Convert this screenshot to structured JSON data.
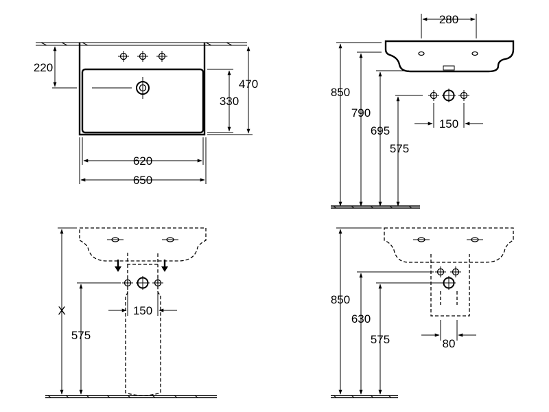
{
  "top_view": {
    "dim_220": "220",
    "dim_330": "330",
    "dim_470": "470",
    "dim_620": "620",
    "dim_650": "650"
  },
  "side_view": {
    "dim_280": "280",
    "dim_850": "850",
    "dim_790": "790",
    "dim_695": "695",
    "dim_575": "575",
    "dim_150": "150"
  },
  "front_pedestal_view": {
    "dim_x": "X",
    "dim_575": "575",
    "dim_150": "150"
  },
  "side_pedestal_view": {
    "dim_850": "850",
    "dim_630": "630",
    "dim_575": "575",
    "dim_80": "80"
  }
}
